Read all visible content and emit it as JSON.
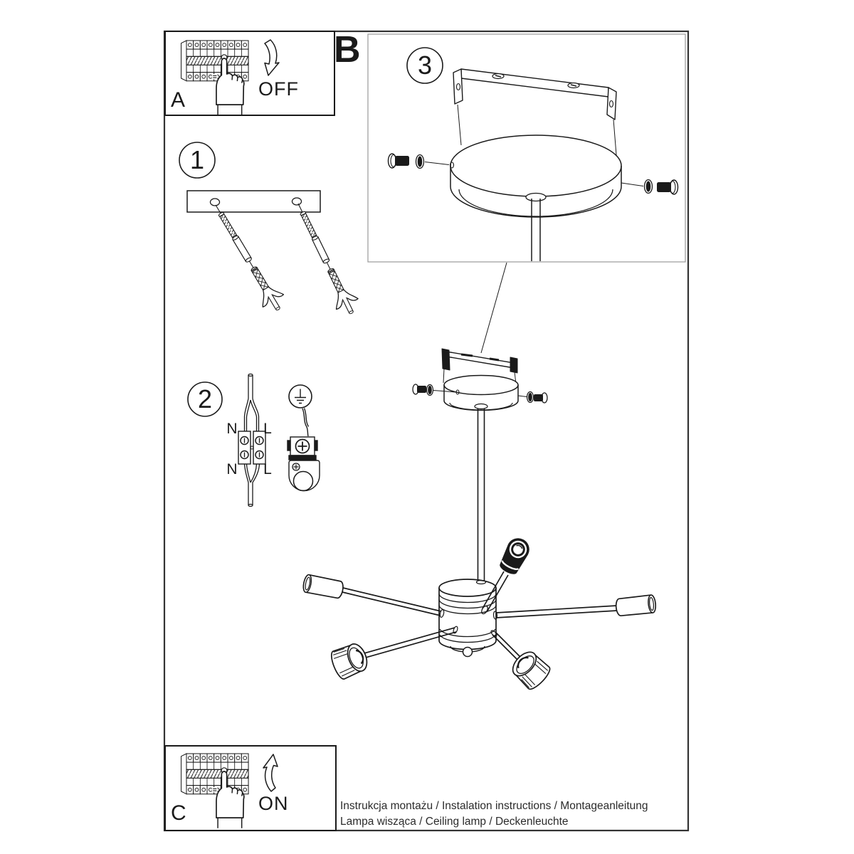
{
  "document": {
    "type": "installation-instruction-sheet",
    "footer": {
      "line1": "Instrukcja montażu / Instalation instructions / Montageanleitung",
      "line2": "Lampa wisząca / Ceiling lamp / Deckenleuchte"
    }
  },
  "labels": {
    "panel_off_letter": "A",
    "panel_off_action": "OFF",
    "section_letter": "B",
    "panel_on_letter": "C",
    "panel_on_action": "ON",
    "step1": "1",
    "step2": "2",
    "step3": "3"
  },
  "wiring": {
    "top_left": "N",
    "top_right": "L",
    "bottom_left": "N",
    "bottom_right": "L"
  },
  "colors": {
    "ink": "#1a1a1a",
    "paper": "#ffffff",
    "frame": "#333333",
    "detail_box_border": "#999999"
  },
  "illustrations": [
    "circuit-breaker-panel-off",
    "hand-pressing-breaker",
    "curved-arrow-down",
    "mounting-bar-with-wall-anchors",
    "terminal-block-n-l-wiring",
    "earth-ground-symbol",
    "ground-clamp-terminal",
    "ceiling-bracket-detail",
    "canopy-with-side-screws",
    "hanging-rod",
    "five-arm-sputnik-chandelier",
    "circuit-breaker-panel-on",
    "curved-arrow-up"
  ]
}
